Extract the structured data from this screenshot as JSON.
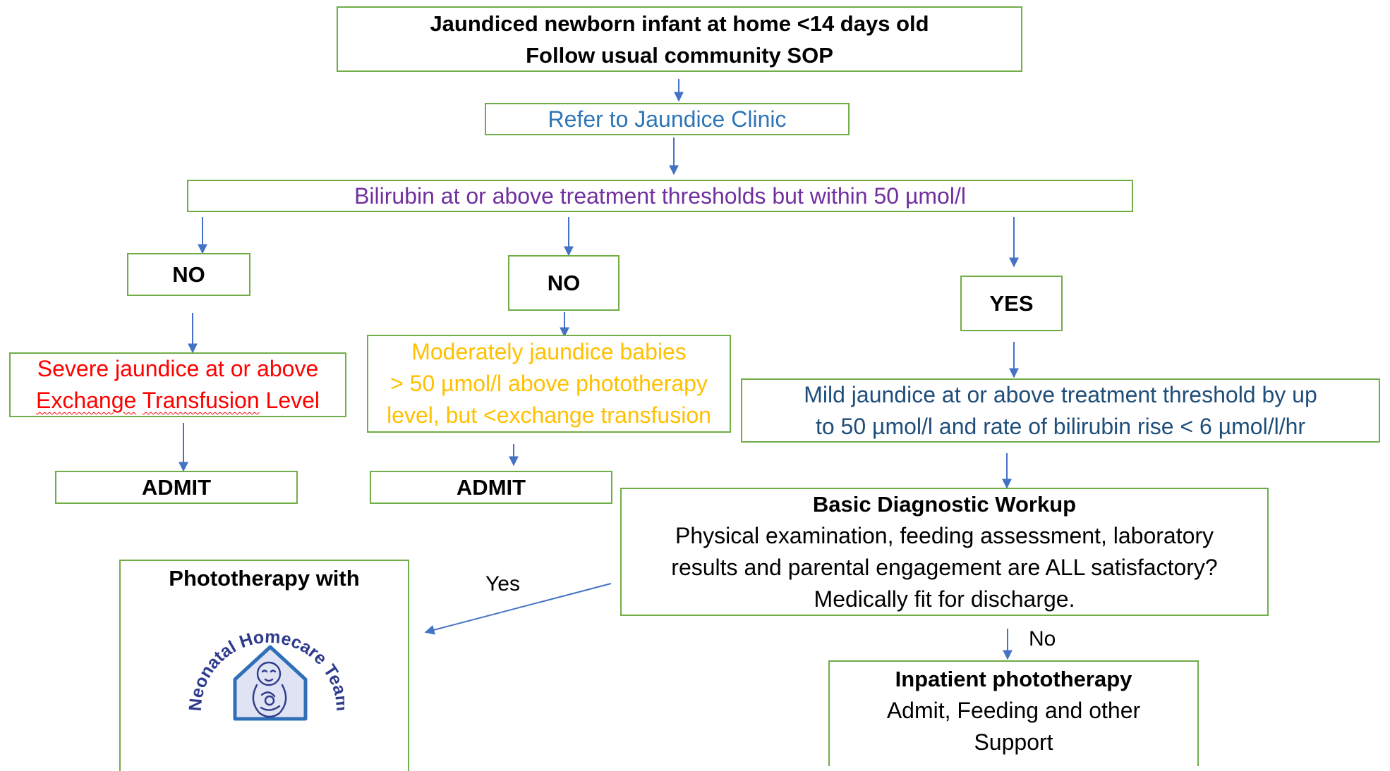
{
  "nodes": {
    "start": {
      "line1": "Jaundiced newborn infant at home <14 days old",
      "line2": "Follow usual community SOP"
    },
    "refer": {
      "text": "Refer to Jaundice Clinic"
    },
    "bilirubin": {
      "text": "Bilirubin at or above  treatment thresholds but within 50 µmol/l"
    },
    "no_left": {
      "text": "NO"
    },
    "no_mid": {
      "text": "NO"
    },
    "yes": {
      "text": "YES"
    },
    "severe": {
      "line1": "Severe jaundice at or above",
      "line2_a": "Exchange",
      "line2_b": "Transfusion",
      "line2_c": "Level"
    },
    "moderate": {
      "line1": "Moderately  jaundice babies",
      "line2": "> 50 µmol/l  above phototherapy",
      "line3": "level, but <exchange transfusion"
    },
    "mild": {
      "line1": "Mild jaundice at or above treatment threshold  by up",
      "line2": "to 50 µmol/l and rate of bilirubin rise < 6 µmol/l/hr"
    },
    "admit_left": {
      "text": "ADMIT"
    },
    "admit_mid": {
      "text": "ADMIT"
    },
    "workup": {
      "title": "Basic Diagnostic Workup",
      "line1": "Physical examination, feeding assessment, laboratory",
      "line2": "results and parental engagement are ALL satisfactory?",
      "line3": "Medically fit for discharge."
    },
    "phototherapy_home": {
      "title": "Phototherapy with"
    },
    "inpatient": {
      "title": "Inpatient phototherapy",
      "line1": "Admit, Feeding and other",
      "line2": "Support"
    }
  },
  "edge_labels": {
    "yes": "Yes",
    "no": "No"
  },
  "logo": {
    "text": "Neonatal Homecare Team"
  },
  "colors": {
    "border": "#70ad47",
    "arrow": "#4472c4",
    "blue_text": "#2e75b6",
    "purple_text": "#7030a0",
    "red_text": "#ff0000",
    "orange_text": "#ffc000"
  }
}
